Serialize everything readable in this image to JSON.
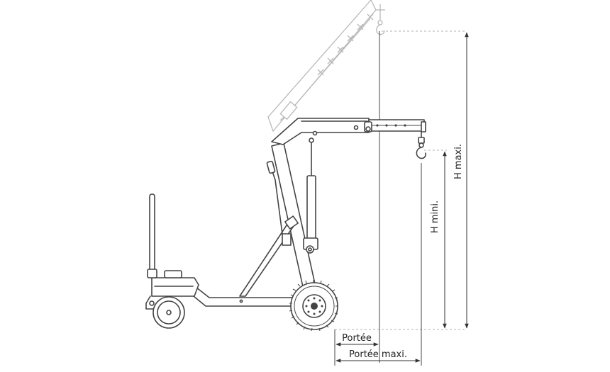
{
  "labels": {
    "h_max": "H maxi.",
    "h_min": "H mini.",
    "reach": "Portée",
    "reach_max": "Portée maxi."
  },
  "colors": {
    "line": "#444444",
    "ghost": "#b8b8b8",
    "dimension": "#333333",
    "background": "#ffffff"
  }
}
